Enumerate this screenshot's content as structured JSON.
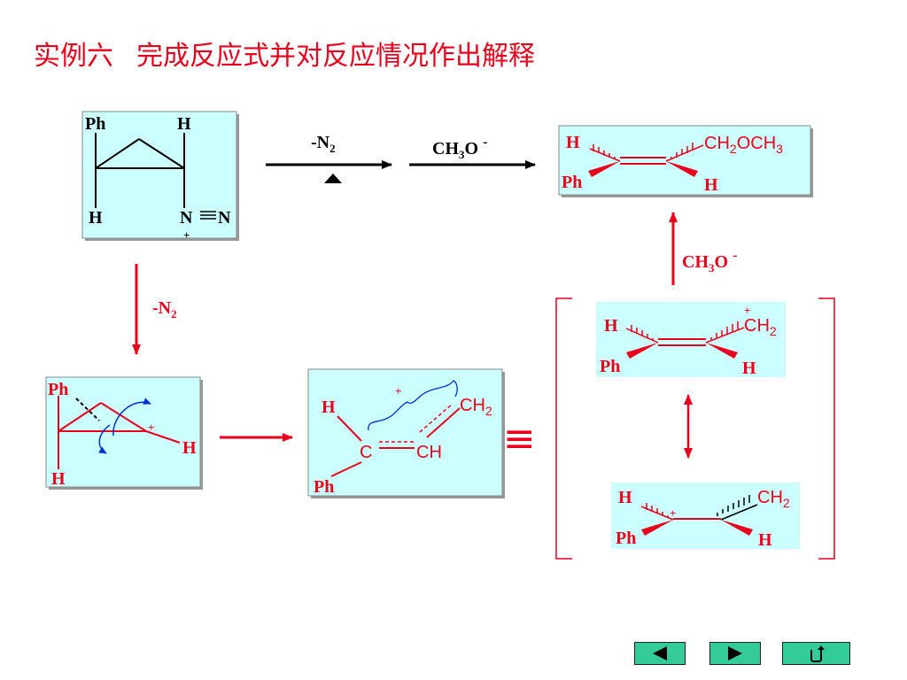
{
  "slide": {
    "title_prefix": "实例六",
    "title_main": "完成反应式并对反应情况作出解释"
  },
  "reactant": {
    "ph": "Ph",
    "h_top": "H",
    "h_bottom": "H",
    "n1": "N",
    "n2": "N",
    "plus": "+"
  },
  "top_arrow": {
    "label_pre": "-N",
    "label_sub": "2"
  },
  "methoxide_top": {
    "pre": "CH",
    "sub": "3",
    "post": "O",
    "sup": "-"
  },
  "product": {
    "h_left": "H",
    "ch2och3_a": "CH",
    "ch2och3_b": "2",
    "ch2och3_c": "OCH",
    "ch2och3_d": "3",
    "ph": "Ph",
    "h_right": "H"
  },
  "down_arrow": {
    "label_pre": "-N",
    "label_sub": "2"
  },
  "cation": {
    "ph": "Ph",
    "plus": "+",
    "h_right": "H",
    "h_bottom": "H"
  },
  "allyl": {
    "plus": "+",
    "h": "H",
    "ch2_a": "CH",
    "ch2_b": "2",
    "c": "C",
    "ch": "CH",
    "ph": "Ph"
  },
  "equiv_symbol": "≡",
  "resonance_top": {
    "plus": "+",
    "h_left": "H",
    "ch2_a": "CH",
    "ch2_b": "2",
    "ph": "Ph",
    "h_right": "H"
  },
  "resonance_bottom": {
    "h_left": "H",
    "plus": "+",
    "ch2_a": "CH",
    "ch2_b": "2",
    "ph": "Ph",
    "h_right": "H"
  },
  "methoxide_side": {
    "pre": "CH",
    "sub": "3",
    "post": "O",
    "sup": "-"
  },
  "colors": {
    "red": "#e8001c",
    "box": "#ccffff",
    "black": "#000000",
    "blue": "#0033cc",
    "nav": "#33cc99"
  },
  "nav": {
    "prev_icon": "left-triangle-icon",
    "next_icon": "right-triangle-icon",
    "return_icon": "return-arrow-icon"
  }
}
